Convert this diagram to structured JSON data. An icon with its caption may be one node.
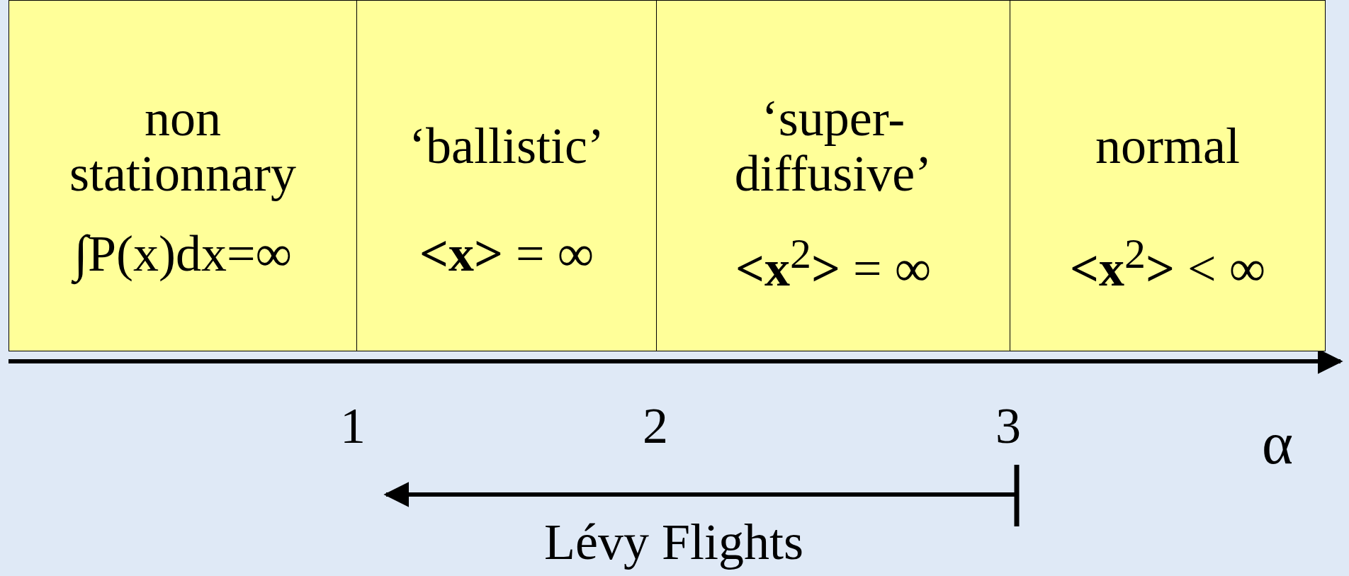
{
  "diagram": {
    "nodes": [
      {
        "text": [
          "non stationnary",
          "∫P(x)dx=∞"
        ]
      },
      {
        "text": [
          "‘ballistic’",
          "**<x>** = ∞"
        ]
      },
      {
        "text": [
          "‘super-diffusive’",
          "**<x**$^{2}$**>** = ∞"
        ]
      },
      {
        "text": [
          "normal",
          "**<x**$^{2}$**>** < ∞"
        ]
      }
    ],
    "labels": [
      "1",
      "2",
      "3",
      "α",
      "Lévy Flights"
    ]
  }
}
